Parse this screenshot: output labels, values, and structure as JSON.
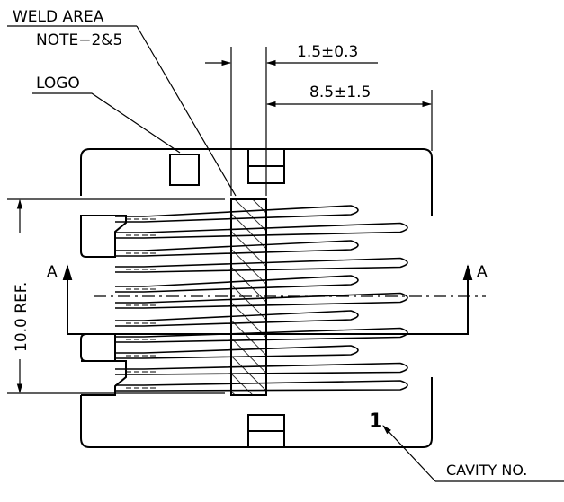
{
  "labels": {
    "weld_area": "WELD AREA",
    "weld_note": "NOTE−2&5",
    "logo": "LOGO",
    "cavity": "CAVITY  NO.",
    "cavity_number": "1",
    "section_left": "A",
    "section_right": "A"
  },
  "dimensions": {
    "weld_width": "1.5±0.3",
    "lead_length": "8.5±1.5",
    "height_ref": "10.0  REF."
  }
}
